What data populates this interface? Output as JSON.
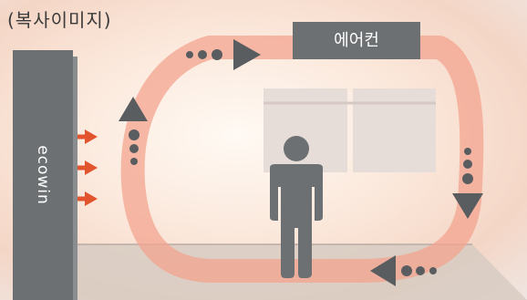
{
  "caption": "(복사이미지)",
  "panel": {
    "label": "ecowin"
  },
  "aircon": {
    "label": "에어컨"
  },
  "colors": {
    "panel": "#6d7072",
    "flow": "#f3a48f",
    "heat_arrow": "#e2542e",
    "marker": "#5a5d60",
    "floor": "#d7cbc2",
    "window": "#e6dcd8"
  },
  "icons": [
    "heat-arrow-icon",
    "triangle-arrow-icon",
    "dot-icon",
    "person-icon"
  ]
}
